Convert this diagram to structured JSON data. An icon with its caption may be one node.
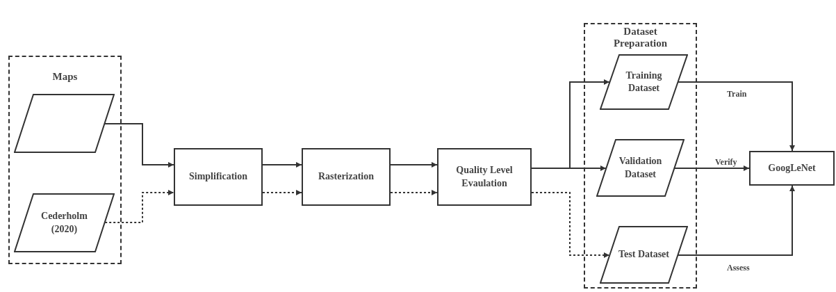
{
  "diagram": {
    "nodes": [
      {
        "text": [
          "Maps"
        ]
      },
      {
        "text": [],
        "shape": "parallelogram",
        "in": 0
      },
      {
        "text": [
          "Cederholm (2020)"
        ],
        "in": 0
      },
      {
        "text": [
          "Simplification"
        ]
      },
      {
        "text": [
          "Rasterization"
        ]
      },
      {
        "text": [
          "Quality Level Evaulation"
        ]
      },
      {
        "text": [
          "Dataset Preparation"
        ]
      },
      {
        "text": [
          "Training Dataset"
        ],
        "in": 6
      },
      {
        "text": [
          "Validation Dataset"
        ],
        "in": 6
      },
      {
        "text": [
          "Test Dataset"
        ],
        "in": 6
      },
      {
        "text": [
          "GoogLeNet"
        ]
      }
    ],
    "edges": [
      {
        "from": 1,
        "to": 3,
        "arrow": "to"
      },
      {
        "from": 2,
        "to": 3,
        "arrow": "to",
        "style": "dashed"
      },
      {
        "from": 3,
        "to": 4,
        "arrow": "to"
      },
      {
        "from": 3,
        "to": 4,
        "arrow": "to",
        "style": "dashed"
      },
      {
        "from": 4,
        "to": 5,
        "arrow": "to"
      },
      {
        "from": 4,
        "to": 5,
        "arrow": "to",
        "style": "dashed"
      },
      {
        "from": 5,
        "to": 7,
        "arrow": "to"
      },
      {
        "from": 5,
        "to": 8,
        "arrow": "to"
      },
      {
        "from": 5,
        "to": 9,
        "arrow": "to",
        "style": "dashed"
      },
      {
        "from": 7,
        "to": 10,
        "arrow": "to",
        "label": "Train"
      },
      {
        "from": 8,
        "to": 10,
        "arrow": "to",
        "label": "Verify"
      },
      {
        "from": 9,
        "to": 10,
        "arrow": "to",
        "label": "Assess"
      }
    ]
  }
}
